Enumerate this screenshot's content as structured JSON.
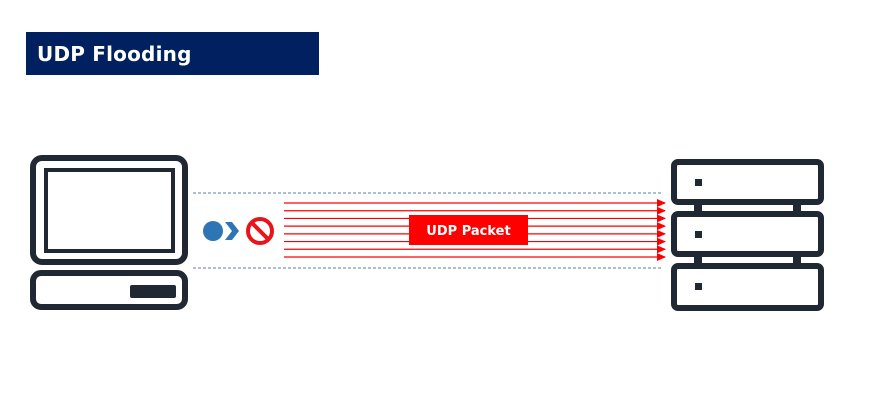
{
  "title": "UDP Flooding",
  "packet_label": "UDP Packet",
  "colors": {
    "banner": "#002060",
    "banner_text": "#ffffff",
    "device_stroke": "#202834",
    "flood_arrow": "#ff0000",
    "packet_box": "#ff0000",
    "dashed_line": "#5a7fb0",
    "block_icon": "#e8141c",
    "dot_icon": "#2e75b6"
  },
  "icons": {
    "client": "laptop-icon",
    "target": "server-rack-icon",
    "connection": "dot-chevron-icon",
    "blocked": "prohibited-icon"
  },
  "flood_arrow_count": 8
}
